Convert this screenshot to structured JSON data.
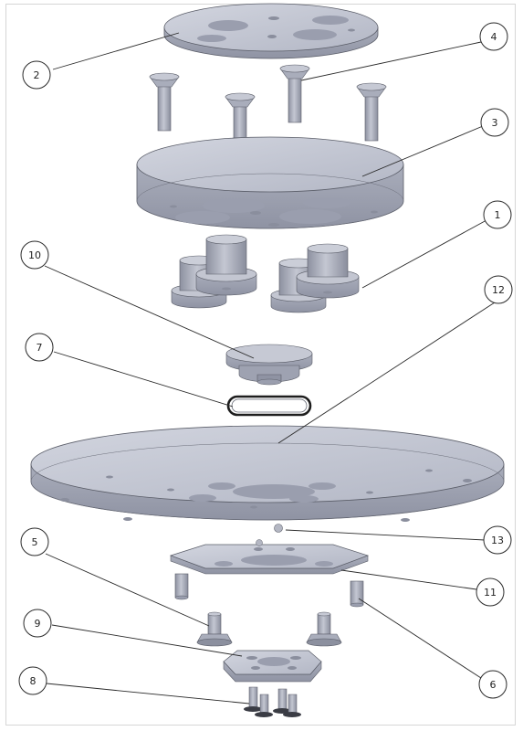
{
  "diagram": {
    "kind": "exploded-assembly",
    "colors": {
      "part_face": "#b9bcc9",
      "part_top": "#c9ccd7",
      "part_side": "#9fa3b2",
      "hole": "#8e92a2",
      "outline": "#5a5d68",
      "leader": "#2a2a2a",
      "bubble_fill": "#ffffff"
    },
    "callouts": [
      {
        "id": "c2",
        "label": "2"
      },
      {
        "id": "c4",
        "label": "4"
      },
      {
        "id": "c3",
        "label": "3"
      },
      {
        "id": "c1",
        "label": "1"
      },
      {
        "id": "c10",
        "label": "10"
      },
      {
        "id": "c12",
        "label": "12"
      },
      {
        "id": "c7",
        "label": "7"
      },
      {
        "id": "c13",
        "label": "13"
      },
      {
        "id": "c5",
        "label": "5"
      },
      {
        "id": "c11",
        "label": "11"
      },
      {
        "id": "c9",
        "label": "9"
      },
      {
        "id": "c6",
        "label": "6"
      },
      {
        "id": "c8",
        "label": "8"
      }
    ]
  }
}
